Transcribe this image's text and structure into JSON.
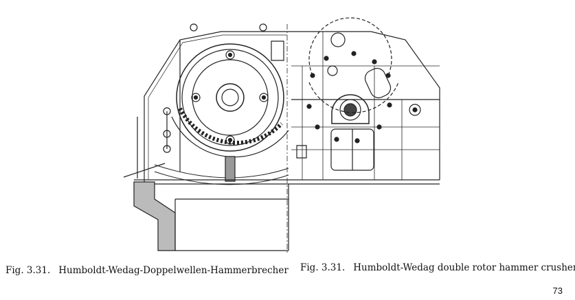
{
  "figure": {
    "caption_de": {
      "number": "Fig. 3.31.",
      "text": "Humboldt-Wedag-Doppelwellen-Hammerbrecher"
    },
    "caption_en": {
      "number": "Fig. 3.31.",
      "text": "Humboldt-Wedag double rotor hammer crusher"
    }
  },
  "page_number": "73"
}
